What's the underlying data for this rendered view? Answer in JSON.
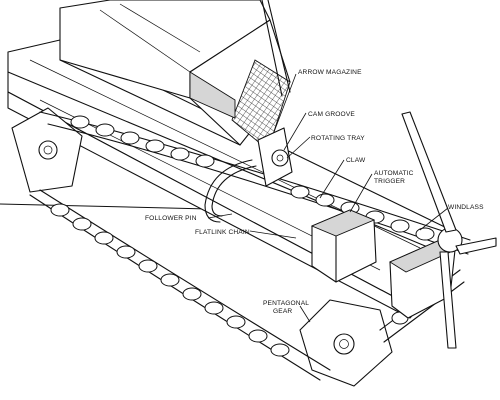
{
  "labels": {
    "arrow_magazine": "ARROW MAGAZINE",
    "cam_groove": "CAM GROOVE",
    "rotating_tray": "ROTATING TRAY",
    "claw": "CLAW",
    "automatic_trigger_1": "AUTOMATIC",
    "automatic_trigger_2": "TRIGGER",
    "windlass": "WINDLASS",
    "follower_pin": "FOLLOWER PIN",
    "flatlink_chain": "FLATLINK CHAIN",
    "pentagonal_gear_1": "PENTAGONAL",
    "pentagonal_gear_2": "GEAR"
  }
}
